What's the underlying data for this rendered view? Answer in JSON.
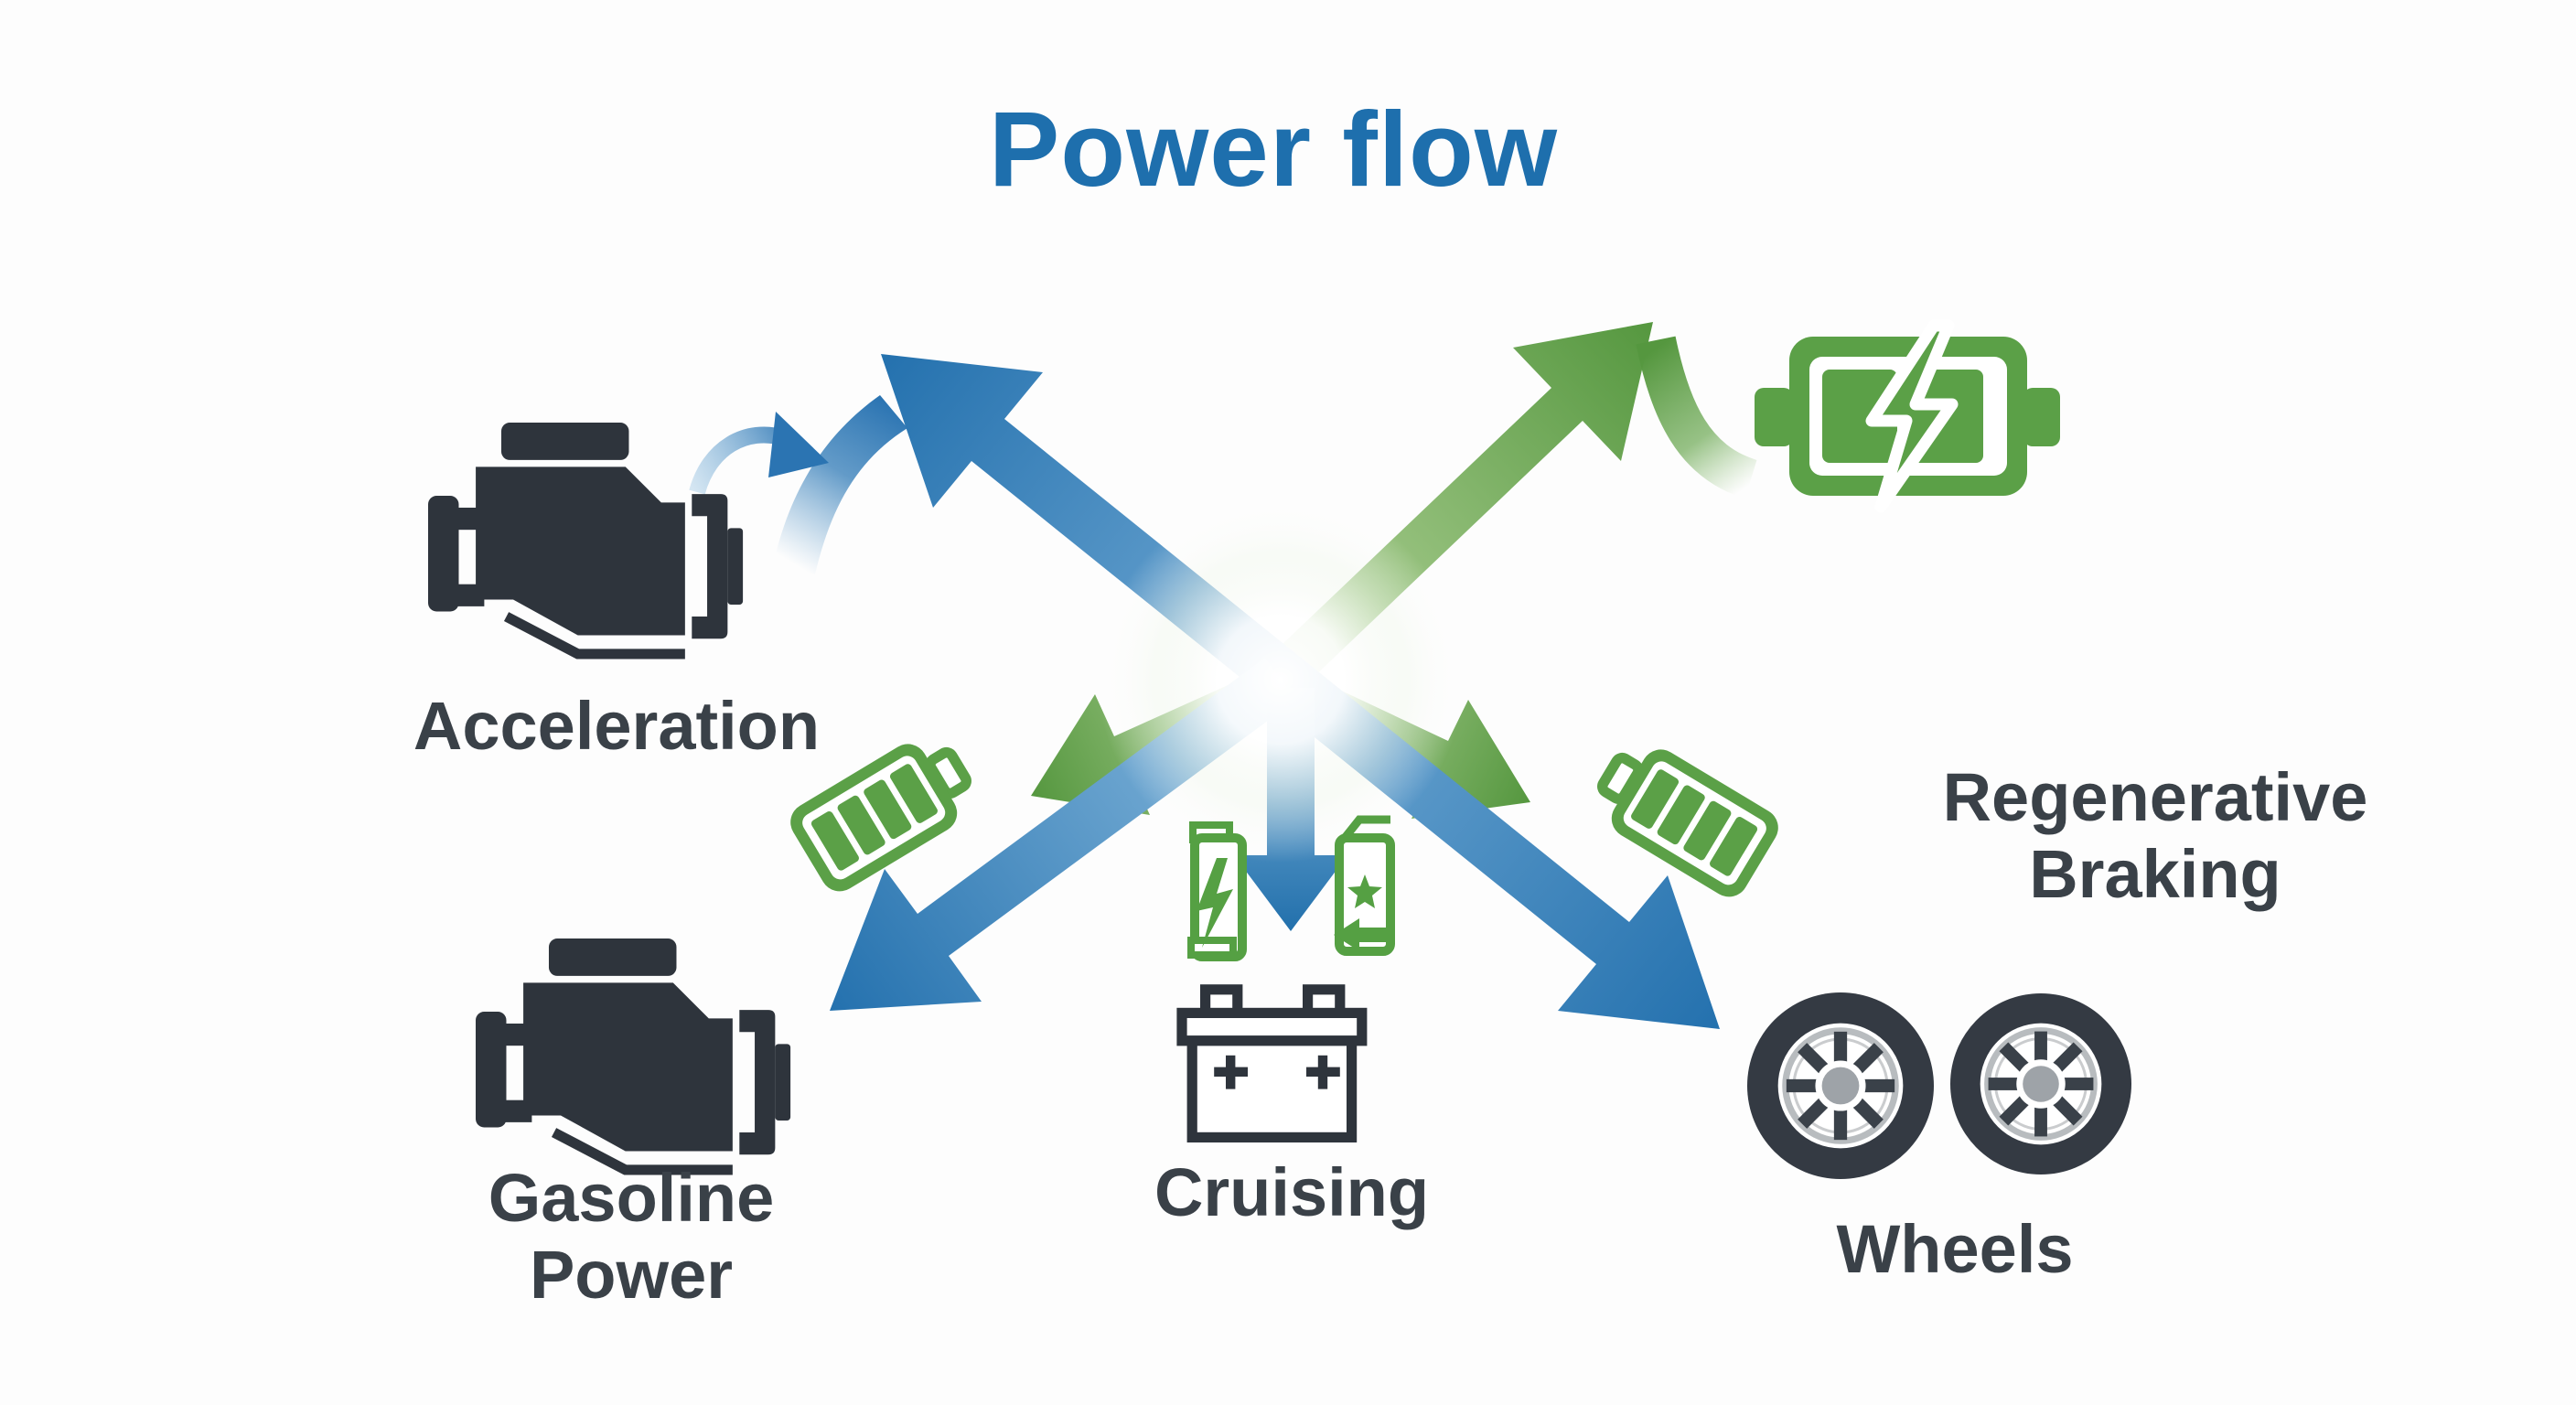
{
  "title": {
    "text": "Power flow"
  },
  "colors": {
    "title_blue": "#1e6fad",
    "arrow_blue": "#2b74b2",
    "arrow_blue_light": "#8abbde",
    "arrow_green": "#5b9e43",
    "arrow_green_light": "#b5d59b",
    "icon_dark": "#2e343c",
    "label_text": "#3a4148",
    "battery_green": "#5ba047"
  },
  "nodes": {
    "acceleration": {
      "label": "Acceleration",
      "icon": "engine-icon"
    },
    "gasoline_power": {
      "label_line1": "Gasoline",
      "label_line2": "Power",
      "icon": "engine-icon"
    },
    "cruising": {
      "label": "Cruising",
      "icon": "car-battery-icon"
    },
    "regenerative_braking": {
      "label_line1": "Regenerative",
      "label_line2": "Braking"
    },
    "wheels": {
      "label": "Wheels",
      "icon": "wheel-icon"
    },
    "hybrid_battery": {
      "icon": "battery-bolt-icon"
    },
    "battery_left": {
      "icon": "battery-level-icon"
    },
    "battery_right": {
      "icon": "battery-level-icon"
    },
    "charge_state_left": {
      "icon": "battery-bolt-outline-icon"
    },
    "charge_state_right": {
      "icon": "battery-star-arrow-icon"
    }
  },
  "flows": [
    {
      "color": "blue",
      "path": "upper-left to lower-right",
      "style": "double-headed"
    },
    {
      "color": "blue",
      "path": "center to lower-left"
    },
    {
      "color": "blue",
      "path": "center straight down"
    },
    {
      "color": "green",
      "path": "center to upper-right"
    },
    {
      "color": "green",
      "path": "center to lower-left"
    },
    {
      "color": "green",
      "path": "center to lower-right"
    },
    {
      "color": "blue",
      "path": "engine curved swoosh to upper arrow"
    },
    {
      "color": "green",
      "path": "upper arrow curved swoosh to hybrid battery"
    }
  ]
}
